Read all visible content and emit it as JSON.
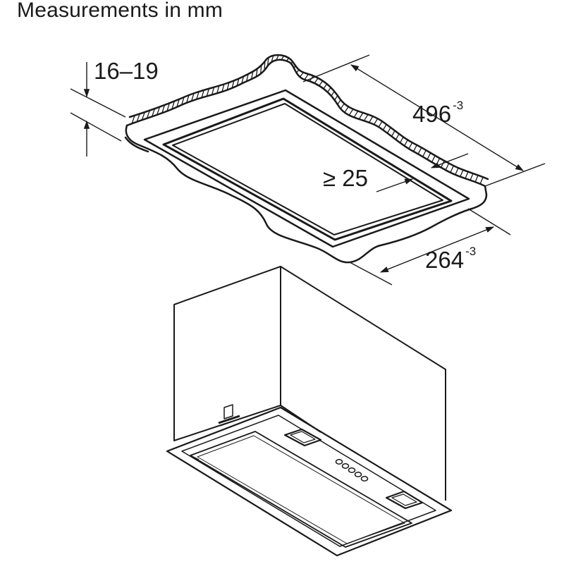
{
  "title": "Measurements in mm",
  "dimensions": {
    "thickness": "16–19",
    "width": {
      "value": "496",
      "tolerance": "-3"
    },
    "depth": {
      "value": "264",
      "tolerance": "-3"
    },
    "min_margin": "≥ 25"
  }
}
